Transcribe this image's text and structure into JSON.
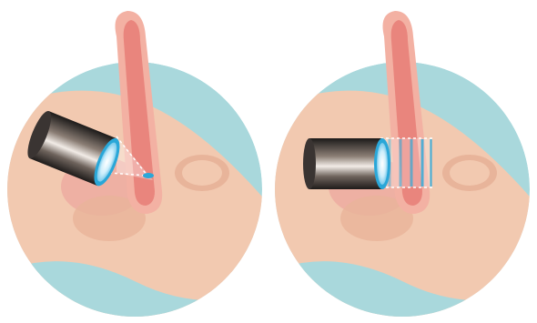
{
  "panels": [
    {
      "id": "left",
      "depiction": "focused-shockwave",
      "device": "cylinder-applicator",
      "accent": "#2aa7d8"
    },
    {
      "id": "right",
      "depiction": "radial-waves",
      "device": "cylinder-applicator",
      "accent": "#2aa7d8"
    }
  ],
  "colors": {
    "background_circle": "#a9d8dc",
    "skin": "#f2c9b0",
    "skin_shadow": "#e8b49a",
    "tissue": "#e9857d",
    "tissue_light": "#f3b1a3",
    "organ": "#ecaaa0",
    "cylinder_dark": "#2e2a28",
    "cylinder_mid": "#7a6e66",
    "lens": "#8fd6f2",
    "wave_blue": "#2aa7d8"
  }
}
